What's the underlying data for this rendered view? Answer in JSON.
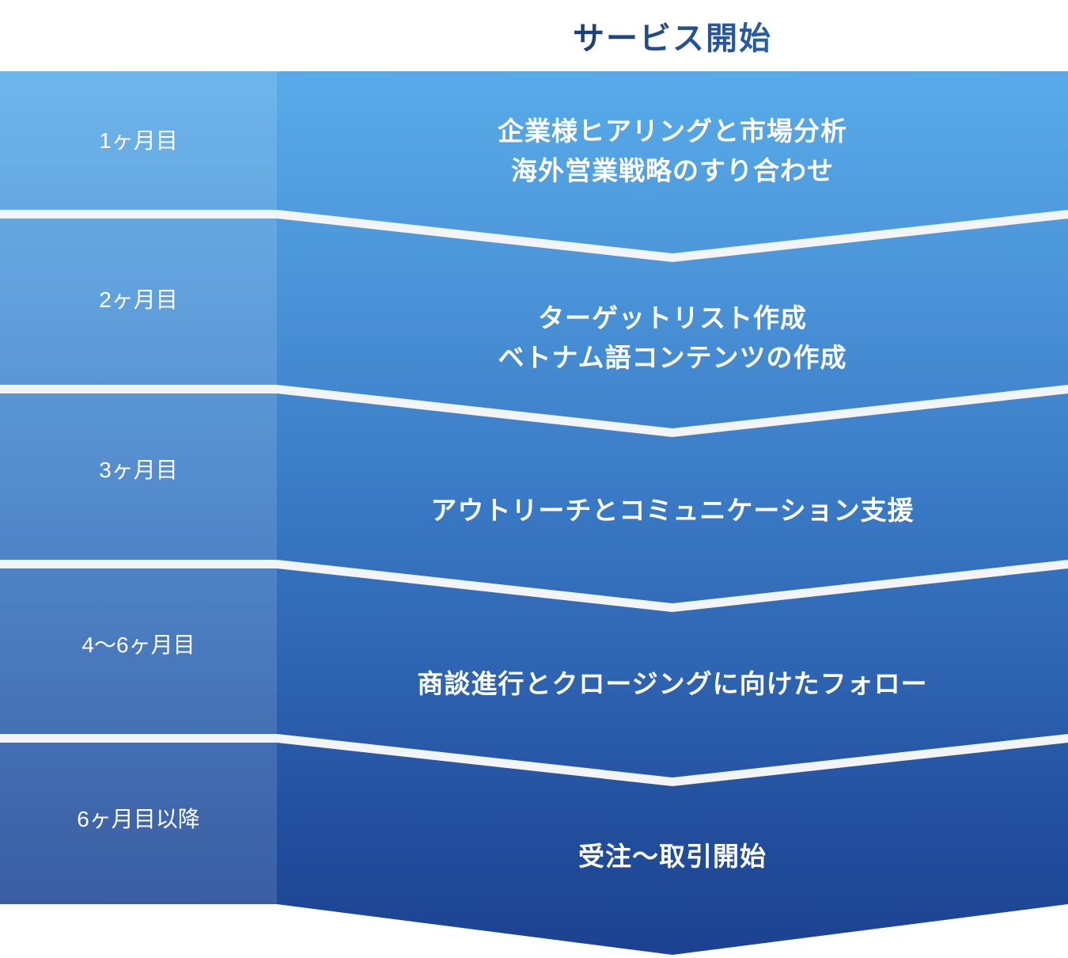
{
  "title": "サービス開始",
  "phases": [
    {
      "label": "1ヶ月目",
      "lines": [
        "企業様ヒアリングと市場分析",
        "海外営業戦略のすり合わせ"
      ]
    },
    {
      "label": "2ヶ月目",
      "lines": [
        "ターゲットリスト作成",
        "ベトナム語コンテンツの作成"
      ]
    },
    {
      "label": "3ヶ月目",
      "lines": [
        "アウトリーチとコミュニケーション支援"
      ]
    },
    {
      "label": "4〜6ヶ月目",
      "lines": [
        "商談進行とクロージングに向けたフォロー"
      ]
    },
    {
      "label": "6ヶ月目以降",
      "lines": [
        "受注〜取引開始"
      ]
    }
  ],
  "colors": {
    "gradient_top": "#58abe9",
    "gradient_bottom": "#1c4290",
    "left_column_overlay": "rgba(255,255,255,0.13)",
    "separator": "#f2f4f6",
    "text": "#ffffff",
    "title_gradient_start": "#2a4f9b",
    "title_gradient_mid": "#1b3a70",
    "title_gradient_end": "#3f86d8"
  }
}
